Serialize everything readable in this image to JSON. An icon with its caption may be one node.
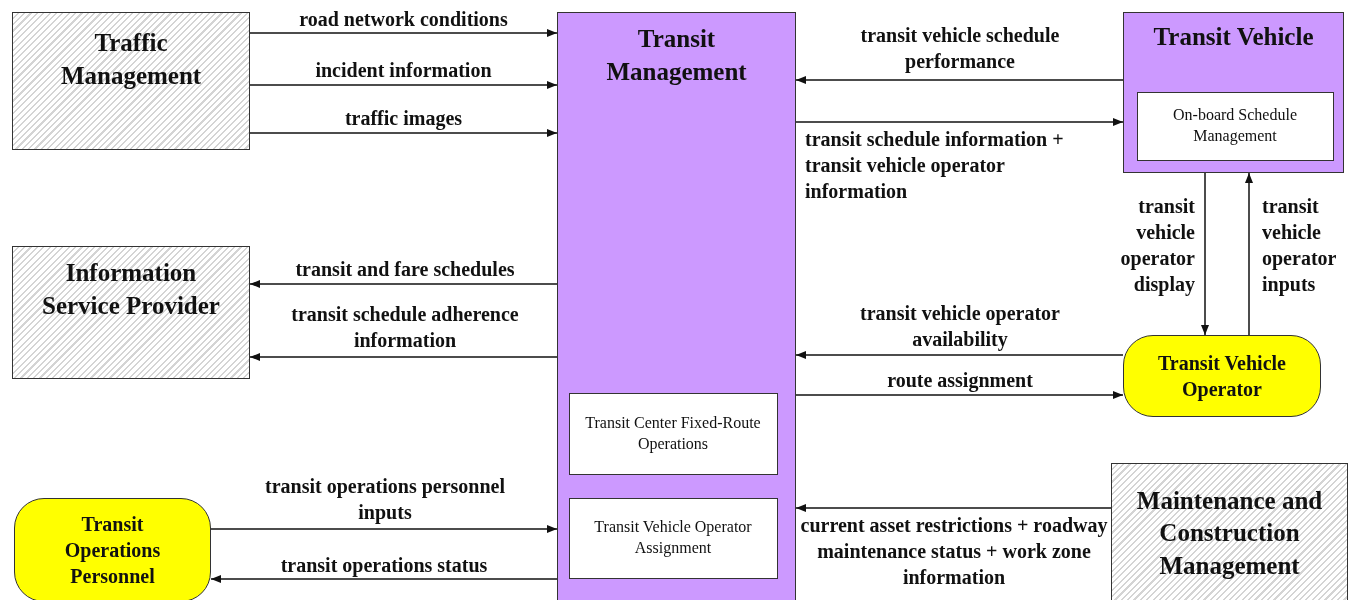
{
  "diagram": {
    "nodes": [
      {
        "text": [
          "Traffic Management"
        ]
      },
      {
        "text": [
          "Transit Management"
        ]
      },
      {
        "text": [
          "Transit Center Fixed-Route Operations"
        ],
        "in": 1
      },
      {
        "text": [
          "Transit Vehicle Operator Assignment"
        ],
        "in": 1
      },
      {
        "text": [
          "Transit Vehicle"
        ]
      },
      {
        "text": [
          "On-board Schedule Management"
        ],
        "in": 4
      },
      {
        "text": [
          "Information Service Provider"
        ]
      },
      {
        "text": [
          "Transit Vehicle Operator"
        ]
      },
      {
        "text": [
          "Transit Operations Personnel"
        ]
      },
      {
        "text": [
          "Maintenance and Construction Management"
        ]
      }
    ],
    "edges": [
      {
        "from": 0,
        "to": 1,
        "arrow": "to",
        "label": "road network conditions"
      },
      {
        "from": 0,
        "to": 1,
        "arrow": "to",
        "label": "incident information"
      },
      {
        "from": 0,
        "to": 1,
        "arrow": "to",
        "label": "traffic images"
      },
      {
        "from": 4,
        "to": 1,
        "arrow": "to",
        "label": "transit vehicle schedule performance"
      },
      {
        "from": 1,
        "to": 4,
        "arrow": "to",
        "label": "transit schedule information + transit vehicle operator information"
      },
      {
        "from": 1,
        "to": 6,
        "arrow": "to",
        "label": "transit and fare schedules"
      },
      {
        "from": 1,
        "to": 6,
        "arrow": "to",
        "label": "transit schedule adherence information"
      },
      {
        "from": 4,
        "to": 7,
        "arrow": "to",
        "label": "transit vehicle operator display"
      },
      {
        "from": 7,
        "to": 4,
        "arrow": "to",
        "label": "transit vehicle operator inputs"
      },
      {
        "from": 7,
        "to": 1,
        "arrow": "to",
        "label": "transit vehicle operator availability"
      },
      {
        "from": 1,
        "to": 7,
        "arrow": "to",
        "label": "route assignment"
      },
      {
        "from": 8,
        "to": 1,
        "arrow": "to",
        "label": "transit operations personnel inputs"
      },
      {
        "from": 1,
        "to": 8,
        "arrow": "to",
        "label": "transit operations status"
      },
      {
        "from": 9,
        "to": 1,
        "arrow": "to",
        "label": "current asset restrictions + roadway maintenance status + work zone information"
      }
    ]
  }
}
